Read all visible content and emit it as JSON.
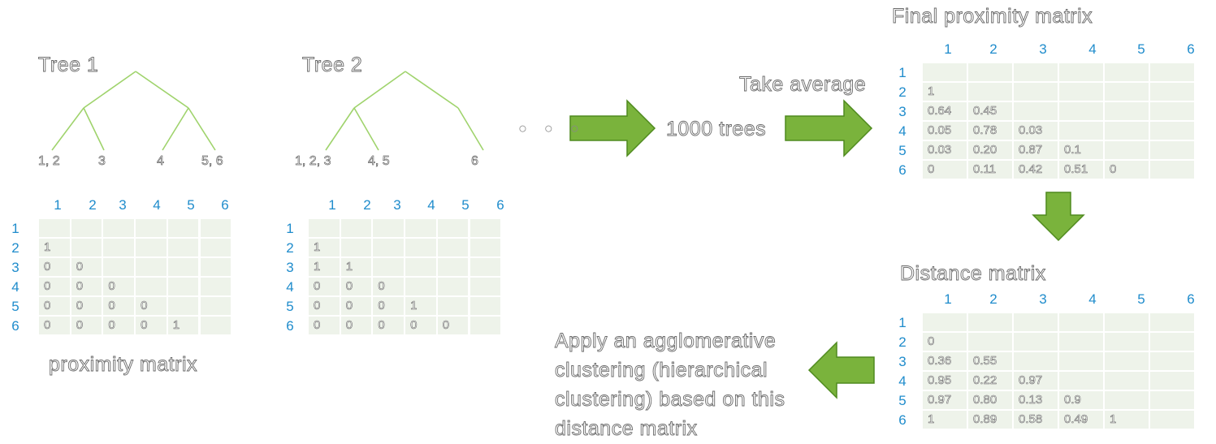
{
  "trees": [
    {
      "title": "Tree 1",
      "leaves": [
        "1, 2",
        "3",
        "4",
        "5, 6"
      ]
    },
    {
      "title": "Tree 2",
      "leaves": [
        "1, 2, 3",
        "4, 5",
        "6"
      ]
    }
  ],
  "ellipsis": "○ ○ ○",
  "labels": {
    "many_trees": "1000 trees",
    "take_average": "Take average",
    "proximity_matrix": "proximity matrix",
    "final_proximity_matrix": "Final proximity matrix",
    "distance_matrix": "Distance matrix",
    "apply_clustering": "Apply an agglomerative clustering (hierarchical clustering) based on this distance matrix"
  },
  "matrices": {
    "headers": [
      "1",
      "2",
      "3",
      "4",
      "5",
      "6"
    ],
    "tree1": [
      [
        "",
        "",
        "",
        "",
        "",
        ""
      ],
      [
        "1",
        "",
        "",
        "",
        "",
        ""
      ],
      [
        "0",
        "0",
        "",
        "",
        "",
        ""
      ],
      [
        "0",
        "0",
        "0",
        "",
        "",
        ""
      ],
      [
        "0",
        "0",
        "0",
        "0",
        "",
        ""
      ],
      [
        "0",
        "0",
        "0",
        "0",
        "1",
        ""
      ]
    ],
    "tree2": [
      [
        "",
        "",
        "",
        "",
        "",
        ""
      ],
      [
        "1",
        "",
        "",
        "",
        "",
        ""
      ],
      [
        "1",
        "1",
        "",
        "",
        "",
        ""
      ],
      [
        "0",
        "0",
        "0",
        "",
        "",
        ""
      ],
      [
        "0",
        "0",
        "0",
        "1",
        "",
        ""
      ],
      [
        "0",
        "0",
        "0",
        "0",
        "0",
        ""
      ]
    ],
    "final": [
      [
        "",
        "",
        "",
        "",
        "",
        ""
      ],
      [
        "1",
        "",
        "",
        "",
        "",
        ""
      ],
      [
        "0.64",
        "0.45",
        "",
        "",
        "",
        ""
      ],
      [
        "0.05",
        "0.78",
        "0.03",
        "",
        "",
        ""
      ],
      [
        "0.03",
        "0.20",
        "0.87",
        "0.1",
        "",
        ""
      ],
      [
        "0",
        "0.11",
        "0.42",
        "0.51",
        "0",
        ""
      ]
    ],
    "distance": [
      [
        "",
        "",
        "",
        "",
        "",
        ""
      ],
      [
        "0",
        "",
        "",
        "",
        "",
        ""
      ],
      [
        "0.36",
        "0.55",
        "",
        "",
        "",
        ""
      ],
      [
        "0.95",
        "0.22",
        "0.97",
        "",
        "",
        ""
      ],
      [
        "0.97",
        "0.80",
        "0.13",
        "0.9",
        "",
        ""
      ],
      [
        "1",
        "0.89",
        "0.58",
        "0.49",
        "1",
        ""
      ]
    ]
  },
  "colors": {
    "header_blue": "#1f8ccc",
    "arrow_fill": "#7ab33c",
    "arrow_stroke": "#4f8a1e",
    "tree_line": "#9fd36c",
    "cell_fill": "#eef3ea"
  }
}
